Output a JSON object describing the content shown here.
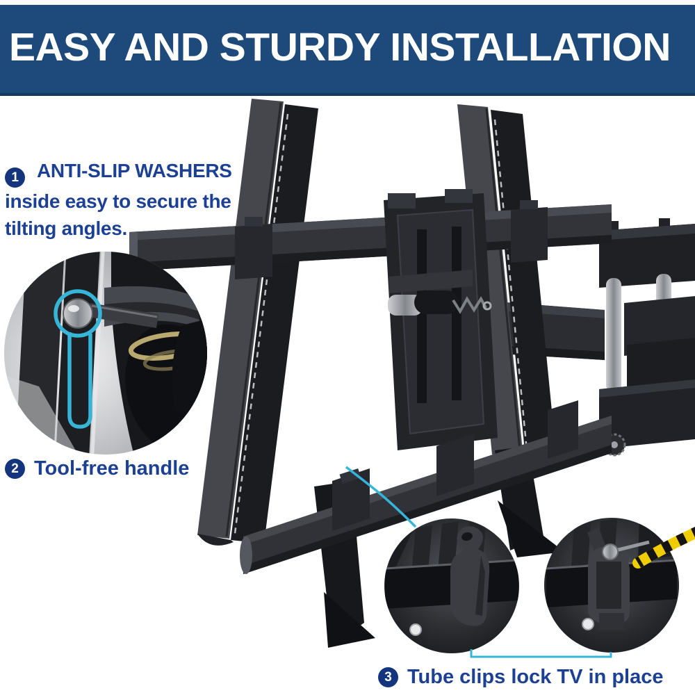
{
  "header": {
    "title": "EASY AND STURDY INSTALLATION"
  },
  "annotations": [
    {
      "badge": "1",
      "lines": [
        "ANTI-SLIP WASHERS",
        "inside easy to secure the",
        "tilting angles."
      ]
    },
    {
      "badge": "2",
      "text": "Tool-free handle"
    },
    {
      "badge": "3",
      "text": "Tube clips lock TV in place"
    }
  ],
  "colors": {
    "header_bg": "#1E4A7B",
    "annotation_blue": "#1C4094",
    "badge_blue": "#14357E",
    "highlight_cyan": "#36B5D8",
    "cable_yellow": "#F0CD00",
    "product_black": "#1A1B1F"
  }
}
